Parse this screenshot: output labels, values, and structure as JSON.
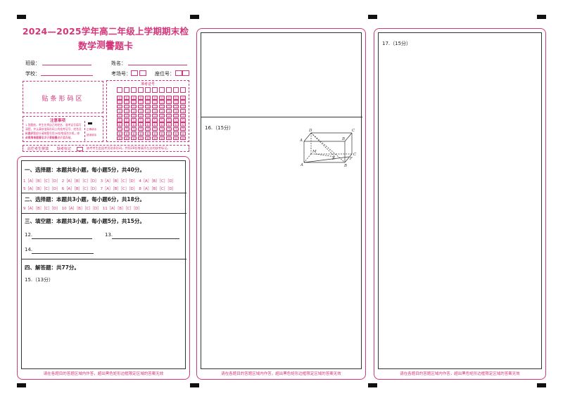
{
  "header": {
    "title": "2024—2025学年高二年级上学期期末检测卷",
    "subtitle": "数学　答题卡"
  },
  "fields": {
    "class_label": "班级：",
    "name_label": "姓名：",
    "school_label": "学校：",
    "room_label": "考场号：",
    "seat_label": "座位号："
  },
  "barcode_area": "贴条形码区",
  "exam_id_label": "准考证号",
  "exam_id_digits": [
    "0",
    "1",
    "2",
    "3",
    "4",
    "5",
    "6",
    "7",
    "8",
    "9"
  ],
  "notes": {
    "title": "注意事项",
    "lines": [
      "1.答题前，考生先将自己的姓名、准考证号填写清楚，并认真核准条形码上的准考证号、姓名及科目。",
      "2.选择题部分请按题号用2B铅笔填涂方框，修改时用橡皮擦干净，不留痕迹。",
      "3.非选择题部分请按题号用0.5毫米黑色墨水签字笔书写，否则作答无效。",
      "4.保持卡面清洁，不要折叠、不要弄破。"
    ],
    "fill_example_label": "正确填涂",
    "wrong_example_label": "错误填涂"
  },
  "absence": {
    "label": "此栏考生禁填",
    "mark_label": "缺考标记",
    "note": "缺考考生由监考员贴条形码，并用2B铅笔填涂左边的缺考标记。"
  },
  "sections": {
    "choice": "一、选择题：本题共8小题，每小题5分，共40分。",
    "multi": "二、选择题：本题共3小题，每小题6分，共18分。",
    "fill": "三、填空题：本题共3小题，每小题5分，共15分。",
    "answer": "四、解答题：共77分。"
  },
  "choice_rows": [
    [
      "1",
      "2",
      "3",
      "4"
    ],
    [
      "5",
      "6",
      "7",
      "8"
    ]
  ],
  "choice_row1": "1［A］［B］［C］［D］　2［A］［B］［C］［D］　3［A］［B］［C］［D］　4［A］［B］［C］［D］",
  "choice_row2": "5［A］［B］［C］［D］　6［A］［B］［C］［D］　7［A］［B］［C］［D］　8［A］［B］［C］［D］",
  "multi_row": "9［A］［B］［C］［D］　10［A］［B］［C］［D］　11［A］［B］［C］［D］",
  "fill_questions": [
    "12.",
    "13.",
    "14."
  ],
  "q15": "15.（13分）",
  "q16": "16.（15分）",
  "q17": "17.（15分）",
  "figure_labels": [
    "D",
    "C",
    "B",
    "A",
    "M",
    "E",
    "C",
    "A",
    "B",
    "F"
  ],
  "footer_note": "请在各题目的答题区域内作答，超出黑色矩形边框限定区域的答案无效"
}
